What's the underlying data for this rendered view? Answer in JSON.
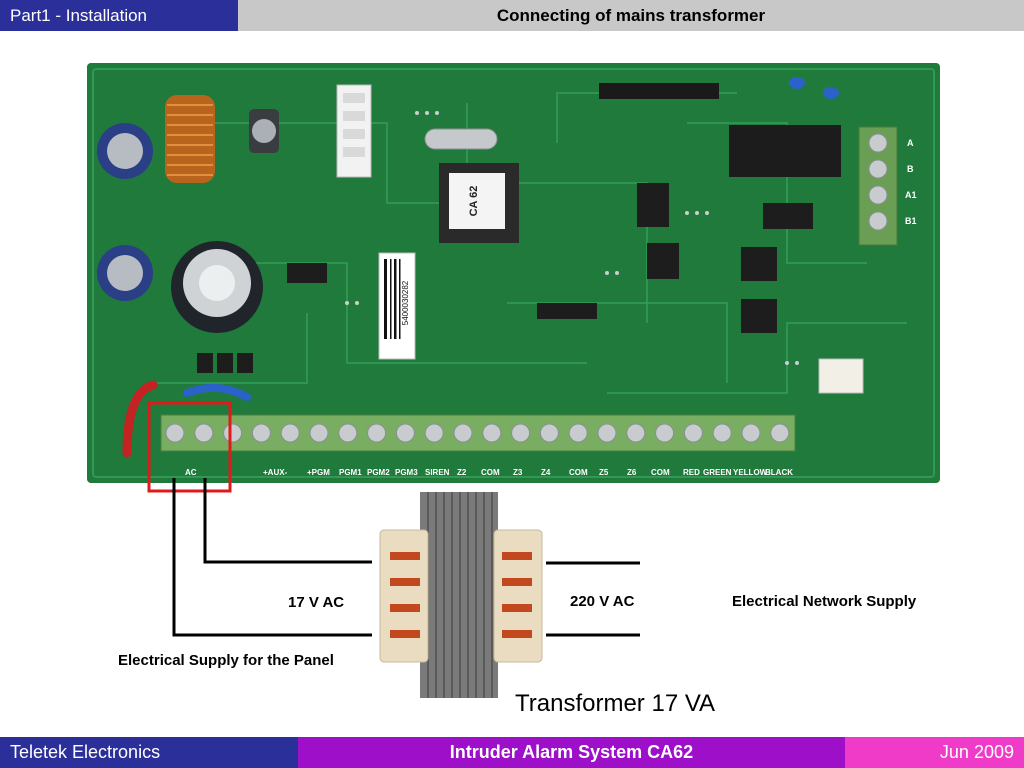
{
  "header": {
    "section": "Part1 - Installation",
    "title": "Connecting of mains transformer"
  },
  "board": {
    "chip_label": "CA 62",
    "barcode_number": "5400030282",
    "terminal_labels": [
      "AC",
      "+AUX-",
      "+PGM",
      "PGM1",
      "PGM2",
      "PGM3",
      "SIREN",
      "Z2",
      "COM",
      "Z3",
      "Z4",
      "COM",
      "Z5",
      "Z6",
      "COM",
      "RED",
      "GREEN",
      "YELLOW",
      "BLACK"
    ],
    "side_terminal_labels": [
      "A",
      "B",
      "A1",
      "B1"
    ],
    "highlight_color": "#e01a1a"
  },
  "labels": {
    "secondary_voltage": "17 V AC",
    "primary_voltage": "220 V AC",
    "network_supply": "Electrical Network Supply",
    "panel_supply": "Electrical Supply for the Panel",
    "transformer_name": "Transformer 17 VA"
  },
  "footer": {
    "company": "Teletek Electronics",
    "product": "Intruder Alarm System CA62",
    "date": "Jun 2009"
  },
  "colors": {
    "header_blue": "#2b2f9a",
    "header_gray": "#c8c8c8",
    "footer_purple": "#9e0fc9",
    "footer_pink": "#f03bc9",
    "pcb_green": "#1f7a3c"
  }
}
